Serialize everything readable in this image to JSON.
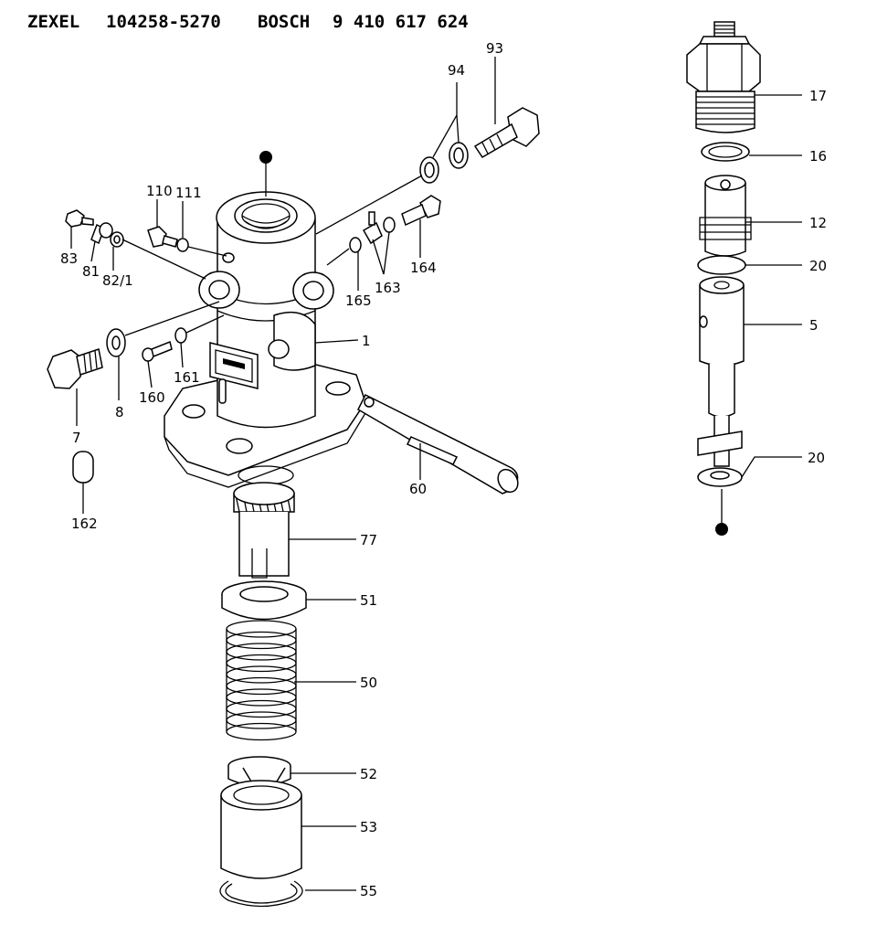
{
  "header": {
    "brand1": "ZEXEL",
    "part1": "104258-5270",
    "brand2": "BOSCH",
    "part2": "9 410 617 624"
  },
  "labels": {
    "p1": "1",
    "p5": "5",
    "p7": "7",
    "p8": "8",
    "p12": "12",
    "p16": "16",
    "p17": "17",
    "p20a": "20",
    "p20b": "20",
    "p50": "50",
    "p51": "51",
    "p52": "52",
    "p53": "53",
    "p55": "55",
    "p60": "60",
    "p77": "77",
    "p81": "81",
    "p82_1": "82/1",
    "p83": "83",
    "p93": "93",
    "p94": "94",
    "p110": "110",
    "p111": "111",
    "p160": "160",
    "p161": "161",
    "p162": "162",
    "p163": "163",
    "p164": "164",
    "p165": "165"
  }
}
